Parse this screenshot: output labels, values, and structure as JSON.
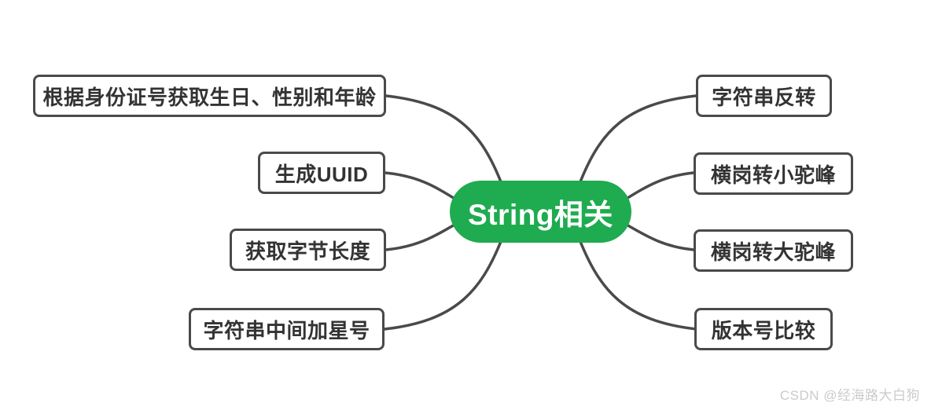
{
  "diagram": {
    "root": {
      "label": "String相关"
    },
    "left_branches": [
      {
        "label": "根据身份证号获取生日、性别和年龄"
      },
      {
        "label": "生成UUID"
      },
      {
        "label": "获取字节长度"
      },
      {
        "label": "字符串中间加星号"
      }
    ],
    "right_branches": [
      {
        "label": "字符串反转"
      },
      {
        "label": "横岗转小驼峰"
      },
      {
        "label": "横岗转大驼峰"
      },
      {
        "label": "版本号比较"
      }
    ],
    "colors": {
      "root_fill": "#1FAB4F",
      "root_text": "#FFFFFF",
      "branch_line": "#4A4A4A",
      "node_border": "#4A4A4A",
      "node_text": "#333333",
      "node_fill": "#FFFFFF"
    }
  },
  "watermark": {
    "text": "CSDN @经海路大白狗",
    "color": "#CBCBCB"
  }
}
